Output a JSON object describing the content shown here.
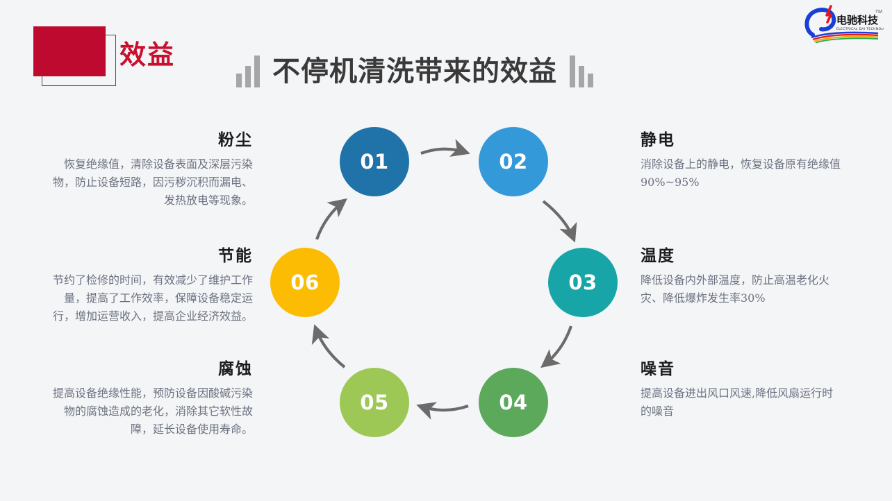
{
  "header": {
    "badge_label": "效益",
    "badge_color": "#bf0a30",
    "main_title": "不停机清洗带来的效益",
    "logo": {
      "brand_cn": "电驰科技",
      "brand_en": "ELECTRICAL DAI TECHNOLOGY",
      "trademark": "TM"
    }
  },
  "cycle": {
    "nodes": [
      {
        "number": "01",
        "color": "#1f73a8"
      },
      {
        "number": "02",
        "color": "#3399d8"
      },
      {
        "number": "03",
        "color": "#18a5a7"
      },
      {
        "number": "04",
        "color": "#5ca95c"
      },
      {
        "number": "05",
        "color": "#9ec856"
      },
      {
        "number": "06",
        "color": "#fcbc04"
      }
    ]
  },
  "blocks": {
    "dust": {
      "heading": "粉尘",
      "body": "恢复绝缘值，清除设备表面及深层污染物，防止设备短路，因污秽沉积而漏电、发热放电等现象。"
    },
    "energy": {
      "heading": "节能",
      "body": "节约了检修的时间，有效减少了维护工作量，提高了工作效率，保障设备稳定运行，增加运营收入，提高企业经济效益。"
    },
    "corrosion": {
      "heading": "腐蚀",
      "body": "提高设备绝缘性能，预防设备因酸碱污染物的腐蚀造成的老化，消除其它软性故障，延长设备使用寿命。"
    },
    "static": {
      "heading": "静电",
      "body": "消除设备上的静电，恢复设备原有绝缘值90%~95%"
    },
    "temperature": {
      "heading": "温度",
      "body": "降低设备内外部温度，防止高温老化火灾、降低爆炸发生率30%"
    },
    "noise": {
      "heading": "噪音",
      "body": "提高设备进出风口风速,降低风扇运行时的噪音"
    }
  }
}
